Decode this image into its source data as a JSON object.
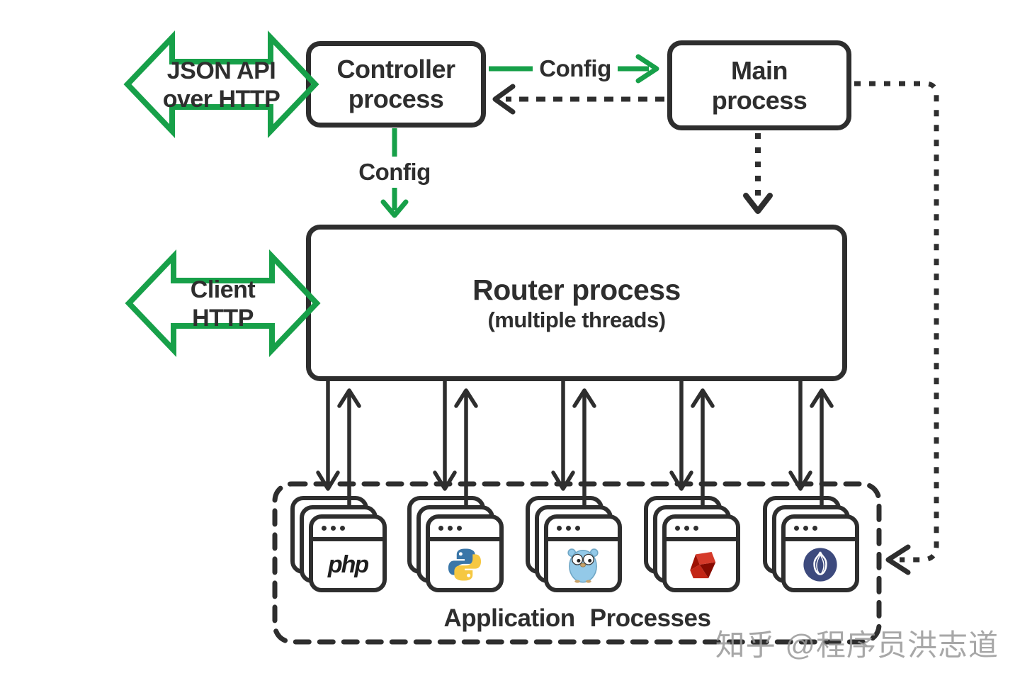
{
  "colors": {
    "ink": "#2e2e2e",
    "green": "#17a049",
    "watermark_gray": "#989898",
    "python_blue": "#3a76a8",
    "python_yellow": "#f6c842",
    "gopher_blue": "#93c9e8",
    "ruby_red": "#c32616",
    "perl_navy": "#3d4a7d"
  },
  "json_api_arrow": {
    "line1": "JSON API",
    "line2": "over HTTP"
  },
  "client_arrow": {
    "line1": "Client",
    "line2": "HTTP"
  },
  "controller_box": {
    "line1": "Controller",
    "line2": "process"
  },
  "main_box": {
    "line1": "Main",
    "line2": "process"
  },
  "router_box": {
    "title": "Router process",
    "subtitle": "(multiple threads)"
  },
  "labels": {
    "config_to_main": "Config",
    "config_to_router": "Config",
    "app_box": "Application Processes"
  },
  "runtimes": {
    "php_label": "php",
    "names": [
      "php-logo",
      "python-logo",
      "go-gopher-logo",
      "ruby-logo",
      "perl-logo"
    ]
  },
  "watermark": "知乎 @程序员洪志道"
}
